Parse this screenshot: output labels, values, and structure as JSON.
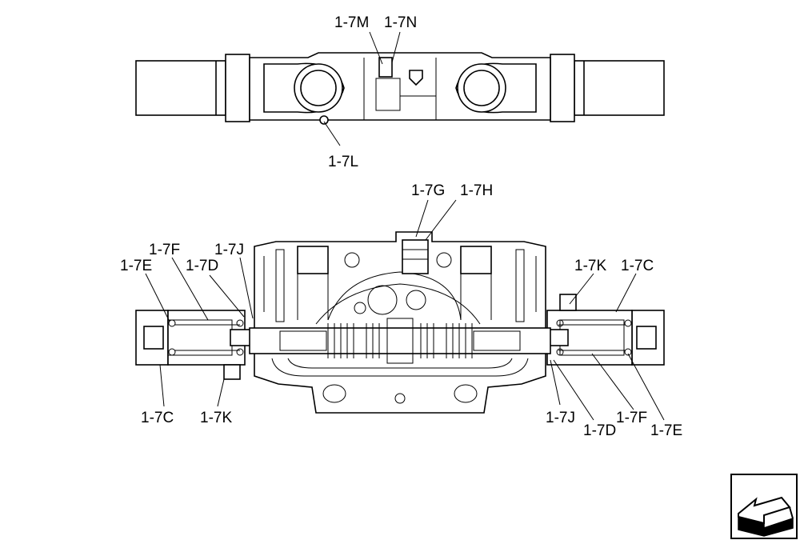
{
  "callouts": {
    "m": "1-7M",
    "n": "1-7N",
    "l": "1-7L",
    "g": "1-7G",
    "h": "1-7H",
    "f_l": "1-7F",
    "j_l": "1-7J",
    "e_l": "1-7E",
    "d_l": "1-7D",
    "k_r": "1-7K",
    "c_r": "1-7C",
    "c_l": "1-7C",
    "k_l": "1-7K",
    "j_r": "1-7J",
    "d_r": "1-7D",
    "f_r": "1-7F",
    "e_r": "1-7E"
  },
  "nav": {
    "icon": "next-page-arrow-icon"
  }
}
